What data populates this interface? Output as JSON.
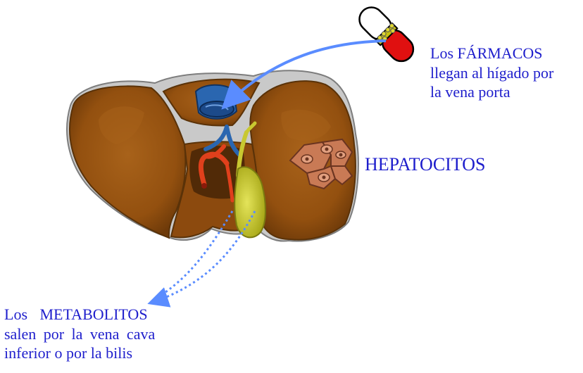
{
  "labels": {
    "farmacos": [
      "Los FÁRMACOS",
      "llegan al hígado por",
      "la vena porta"
    ],
    "hepatocitos": "HEPATOCITOS",
    "metabolitos": [
      "Los METABOLITOS",
      "salen por la vena cava",
      "inferior o por la bilis"
    ]
  },
  "colors": {
    "text": "#1e1ecc",
    "liver": "#9a5610",
    "liver_outline": "#5a3208",
    "peritoneum": "#c8c8c8",
    "gallbladder": "#c8c830",
    "portal_vein": "#2a66b0",
    "artery": "#e0401c",
    "capsule_red": "#e01010",
    "arrow": "#5a8cff"
  },
  "icons": [
    "pill-capsule-icon",
    "liver-illustration",
    "hepatocyte-cells-icon"
  ]
}
